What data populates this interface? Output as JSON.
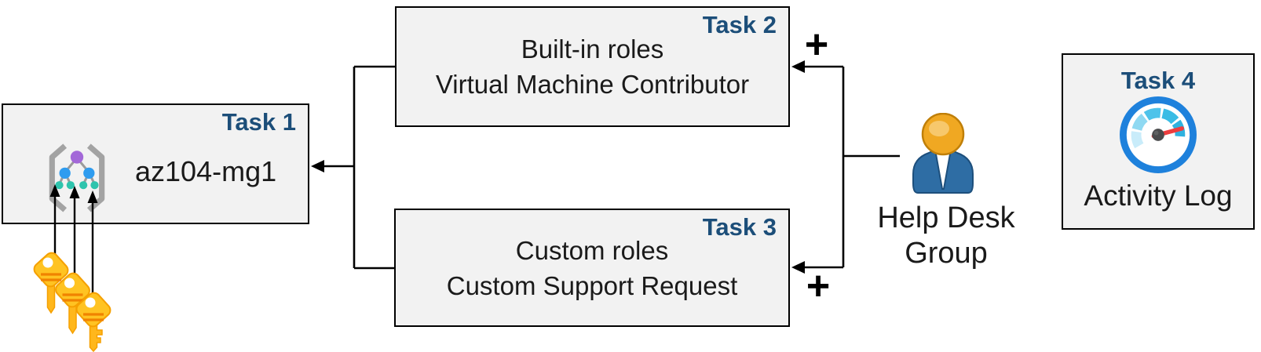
{
  "diagram": {
    "task1": {
      "label": "Task 1",
      "title": "az104-mg1"
    },
    "task2": {
      "label": "Task 2",
      "line1": "Built-in roles",
      "line2": "Virtual Machine Contributor"
    },
    "task3": {
      "label": "Task 3",
      "line1": "Custom roles",
      "line2": "Custom Support Request"
    },
    "task4": {
      "label": "Task 4",
      "title": "Activity Log"
    },
    "help_desk": {
      "line1": "Help Desk",
      "line2": "Group"
    },
    "plus_top": "+",
    "plus_bottom": "+",
    "icons": {
      "task1": "management-group-icon",
      "task4": "activity-log-gauge-icon",
      "help_desk": "person-icon",
      "keys": "keys-icon"
    },
    "colors": {
      "box_fill": "#F2F2F2",
      "box_border": "#000000",
      "task_label": "#1C4E79",
      "text": "#1A1A1A",
      "connector": "#000000",
      "gauge_ring": "#1E81DC",
      "gauge_needle": "#ED3D3F",
      "gauge_segments": [
        "#C9ECFA",
        "#8FD9F2",
        "#4EC3EA",
        "#3ABCE5",
        "#2FB2DF"
      ],
      "person_head": "#F0A822",
      "person_body": "#2E6DA4",
      "key_gold": "#FFC322",
      "key_stripe": "#F08300",
      "mg_purple": "#A368D8",
      "mg_blue": "#2F9CEF",
      "mg_teal": "#2EC4AD",
      "mg_bracket": "#A3A3A3"
    }
  }
}
